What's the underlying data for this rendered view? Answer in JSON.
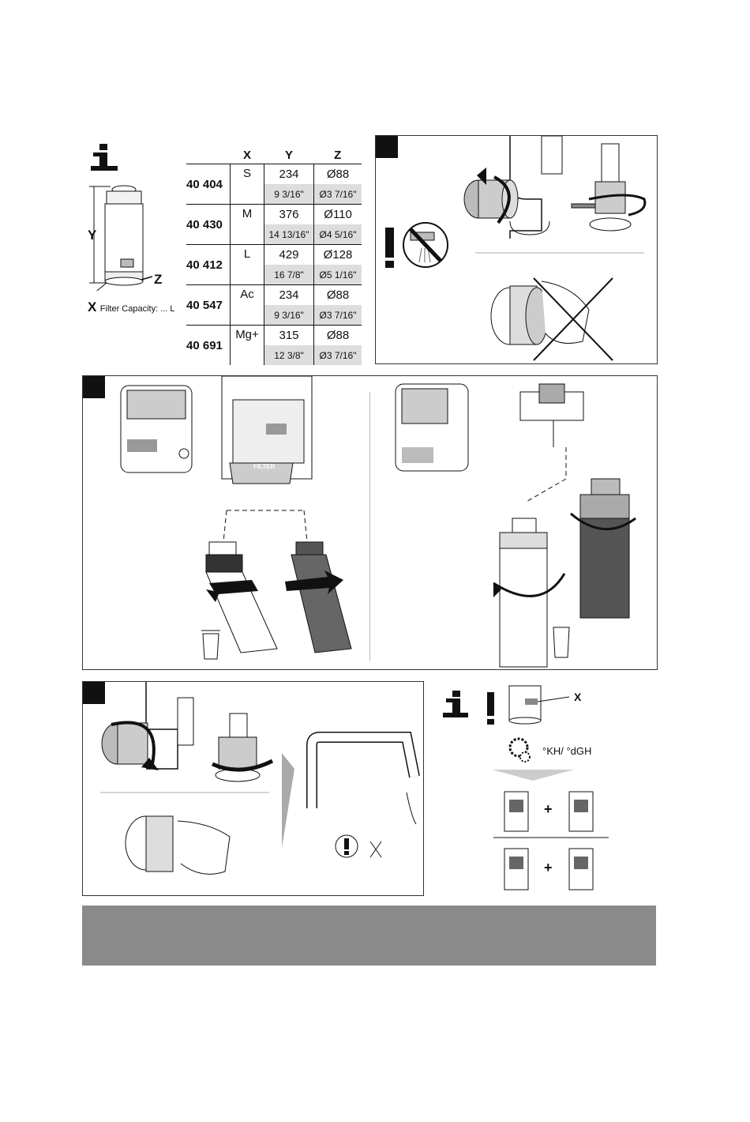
{
  "info_section": {
    "dim_labels": {
      "y": "Y",
      "z": "Z",
      "x": "X"
    },
    "filter_capacity": "Filter Capacity: ... L"
  },
  "spec_table": {
    "headers": [
      "X",
      "Y",
      "Z"
    ],
    "rows": [
      {
        "code": "40 404",
        "size": "S",
        "y": "234",
        "z": "Ø88",
        "y_in": "9 3/16\"",
        "z_in": "Ø3 7/16\""
      },
      {
        "code": "40 430",
        "size": "M",
        "y": "376",
        "z": "Ø110",
        "y_in": "14 13/16\"",
        "z_in": "Ø4 5/16\""
      },
      {
        "code": "40 412",
        "size": "L",
        "y": "429",
        "z": "Ø128",
        "y_in": "16 7/8\"",
        "z_in": "Ø5 1/16\""
      },
      {
        "code": "40 547",
        "size": "Ac",
        "y": "234",
        "z": "Ø88",
        "y_in": "9 3/16\"",
        "z_in": "Ø3 7/16\""
      },
      {
        "code": "40 691",
        "size": "Mg+",
        "y": "315",
        "z": "Ø88",
        "y_in": "12 3/8\"",
        "z_in": "Ø3 7/16\""
      }
    ]
  },
  "panel3": {
    "filter_text": "FILTER"
  },
  "panel5": {
    "x_label": "X",
    "hardness": "°KH/ °dGH",
    "plus": "+"
  }
}
